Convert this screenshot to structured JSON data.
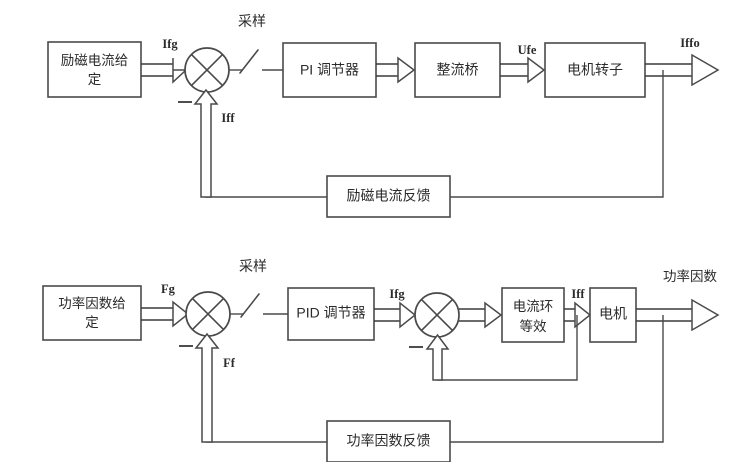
{
  "figure": {
    "background_color": "#ffffff",
    "line_color": "#4a4a4a",
    "text_color": "#2b2b2b"
  },
  "diagrams": [
    {
      "id": "excitation-current-loop",
      "blocks": [
        {
          "id": "set",
          "label_line1": "励磁电流给",
          "label_line2": "定"
        },
        {
          "id": "pi",
          "label_line1": "PI 调节器",
          "label_line2": ""
        },
        {
          "id": "rectifier",
          "label_line1": "整流桥",
          "label_line2": ""
        },
        {
          "id": "rotor",
          "label_line1": "电机转子",
          "label_line2": ""
        },
        {
          "id": "feedback",
          "label_line1": "励磁电流反馈",
          "label_line2": ""
        }
      ],
      "signals": {
        "reference": "Ifg",
        "feedback": "Iff",
        "rectifier_out": "Ufe",
        "output": "Iffo"
      },
      "annotations": {
        "sampling": "采样",
        "negative": "−"
      }
    },
    {
      "id": "power-factor-loop",
      "blocks": [
        {
          "id": "set",
          "label_line1": "功率因数给",
          "label_line2": "定"
        },
        {
          "id": "pid",
          "label_line1": "PID 调节器",
          "label_line2": ""
        },
        {
          "id": "current-loop",
          "label_line1": "电流环",
          "label_line2": "等效"
        },
        {
          "id": "motor",
          "label_line1": "电机",
          "label_line2": ""
        },
        {
          "id": "feedback",
          "label_line1": "功率因数反馈",
          "label_line2": ""
        }
      ],
      "signals": {
        "reference": "Fg",
        "feedback": "Ff",
        "pid_out": "Ifg",
        "inner_feedback": "Iff",
        "output": "功率因数"
      },
      "annotations": {
        "sampling": "采样",
        "negative_outer": "−",
        "negative_inner": "−"
      }
    }
  ]
}
